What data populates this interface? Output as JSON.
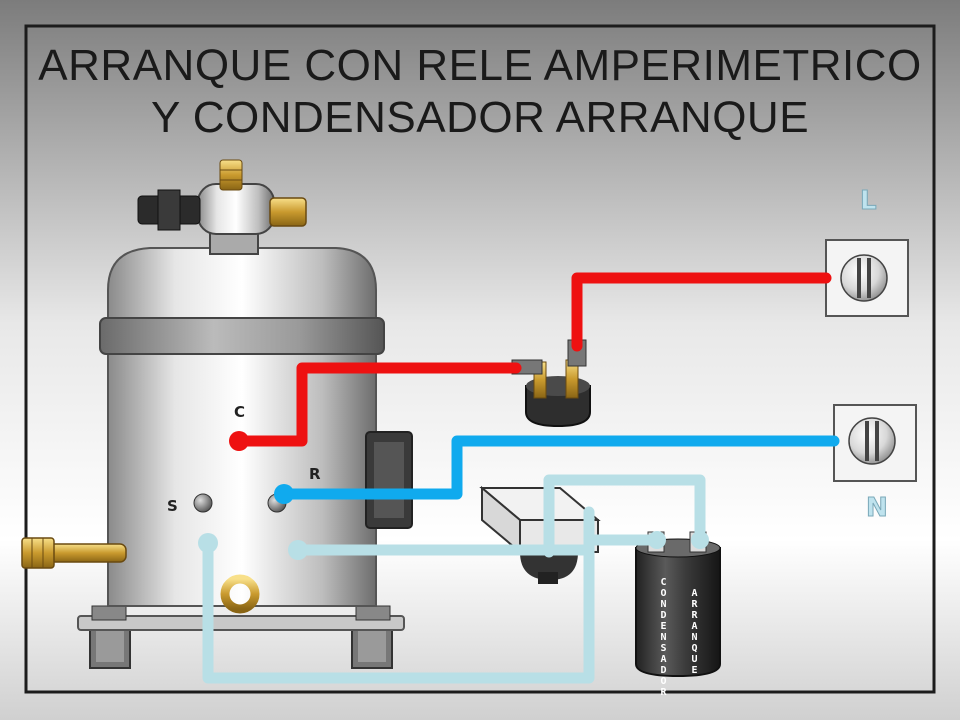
{
  "title": {
    "line1": "ARRANQUE CON RELE AMPERIMETRICO",
    "line2": "Y CONDENSADOR ARRANQUE"
  },
  "terminals": {
    "c": "C",
    "r": "R",
    "s": "S"
  },
  "supply": {
    "l": "L",
    "n": "N"
  },
  "capacitor": {
    "label1": "CONDENSADOR",
    "label2": "ARRANQUE"
  },
  "colors": {
    "line_wire": "#ee1111",
    "neutral_wire": "#10aaee",
    "start_wire": "#b8dfe6",
    "frame": "#1c1c1c"
  }
}
